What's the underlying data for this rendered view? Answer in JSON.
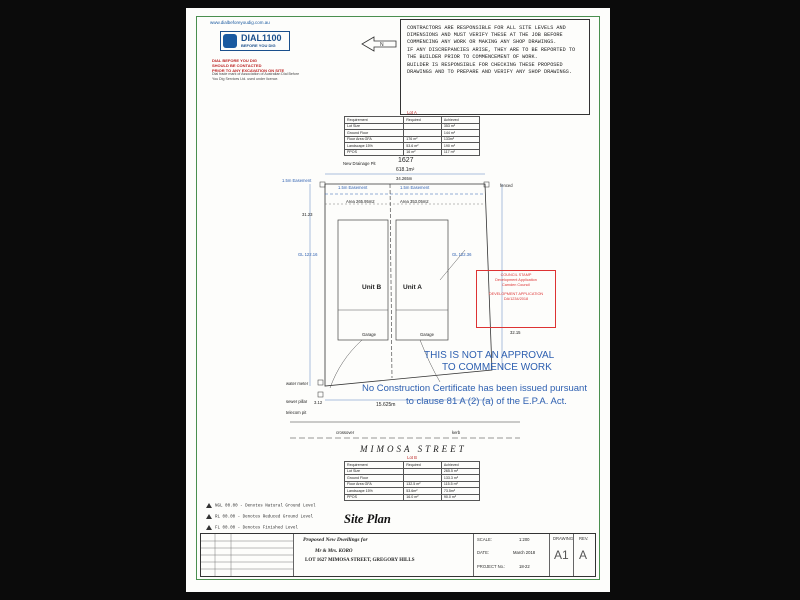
{
  "dial_block": {
    "url": "www.dialbeforeyoudig.com.au",
    "brand_main": "DIAL1100",
    "brand_sub": "BEFORE YOU DIG",
    "warning_1": "DIAL BEFORE YOU DIG",
    "warning_2": "SHOULD BE CONTACTED",
    "warning_3": "PRIOR TO ANY EXCAVATION ON SITE",
    "fine_print": "Dial trade mark of Association of Australian Dial Before You Dig Services Ltd. used under licence."
  },
  "contractor_notes": [
    "CONTRACTORS ARE RESPONSIBLE FOR ALL SITE LEVELS AND DIMENSIONS AND MUST VERIFY THESE AT THE JOB BEFORE COMMENCING ANY WORK OR MAKING ANY SHOP DRAWINGS.",
    "IF ANY DISCREPANCIES ARISE, THEY ARE TO BE REPORTED TO THE BUILDER PRIOR TO COMMENCEMENT OF WORK.",
    "BUILDER IS RESPONSIBLE FOR CHECKING THESE PROPOSED DRAWINGS AND TO PREPARE AND VERIFY ANY SHOP DRAWINGS."
  ],
  "lot_a": {
    "title": "Lot A",
    "headers": [
      "Requirement",
      "Required",
      "Achieved"
    ],
    "rows": [
      [
        "Lot Size",
        "",
        "353 m²"
      ],
      [
        "Ground Floor",
        "",
        "144 m²"
      ],
      [
        "Floor Area GFA",
        "176 m²",
        "133m²"
      ],
      [
        "Landscape 15%",
        "53.6 m²",
        "190 m²"
      ],
      [
        "PPOS",
        "16 m²",
        "117 m²"
      ]
    ]
  },
  "lot_b": {
    "title": "Lot B",
    "headers": [
      "Requirement",
      "Required",
      "Achieved"
    ],
    "rows": [
      [
        "Lot Size",
        "",
        "265.5 m²"
      ],
      [
        "Ground Floor",
        "",
        "133.3 m²"
      ],
      [
        "Floor Area GFA",
        "132.5 m²",
        "115.5 m²"
      ],
      [
        "Landscape 15%",
        "53.6m²",
        "73.5m²"
      ],
      [
        "PPOS",
        "16.0 m²",
        "90.0 m²"
      ]
    ]
  },
  "plan": {
    "lot_number": "1627",
    "lot_area": "618.1m²",
    "frontage_top": "34.265m",
    "frontage_bottom": "15.625m",
    "drainage_label": "New Drainage Pit",
    "easement_left": "1.5m Easement",
    "easement_mid_1": "1.5m Easement",
    "easement_mid_2": "1.5m Easement",
    "area_left": "Area 265.95m2",
    "area_right": "Area 353.05m2",
    "unit_b": "Unit B",
    "unit_a": "Unit A",
    "garage_b": "Garage",
    "garage_a": "Garage",
    "fence_label": "fenced",
    "water_meter": "water meter",
    "telecom": "telecom pit",
    "sewer": "sewer pillar",
    "street": "MIMOSA STREET",
    "kerb": "kerb",
    "crossover": "crossover",
    "gl_left": "GL 122.16",
    "gl_right": "GL 122.36",
    "dim_left": "31.23",
    "dim_right": "32.15",
    "dim_front": "3.12"
  },
  "stamp": {
    "line1": "COUNCIL STAMP",
    "line2": "Development Application",
    "line3": "Camden Council",
    "line4": "DEVELOPMENT APPLICATION",
    "line5": "DA/1234/2018"
  },
  "overlay": {
    "not_approval_1": "THIS IS NOT AN APPROVAL",
    "not_approval_2": "TO COMMENCE WORK",
    "no_certificate_1": "No Construction Certificate has been issued pursuant",
    "no_certificate_2": "to clause 81 A (2) (a) of the E.P.A. Act."
  },
  "site_plan_title": "Site Plan",
  "legend": [
    "NGL 00.00 - Denotes Natural Ground Level",
    "RL 00.00 - Denotes Reduced Ground Level",
    "FL 00.00 - Denotes Finished Level"
  ],
  "title_block": {
    "project": "Proposed New Dwellings  for",
    "client": "Mr & Mrs. KORO",
    "address": "LOT 1627 MIMOSA STREET, GREGORY HILLS",
    "scale_label": "SCALE:",
    "scale_value": "1:200",
    "date_label": "DATE:",
    "date_value": "March 2018",
    "project_no_label": "PROJECT No.:",
    "project_no_value": "18-22",
    "drawing_label": "DRAWING",
    "drawing_value": "A1",
    "rev_label": "REV.",
    "rev_value": "A"
  }
}
